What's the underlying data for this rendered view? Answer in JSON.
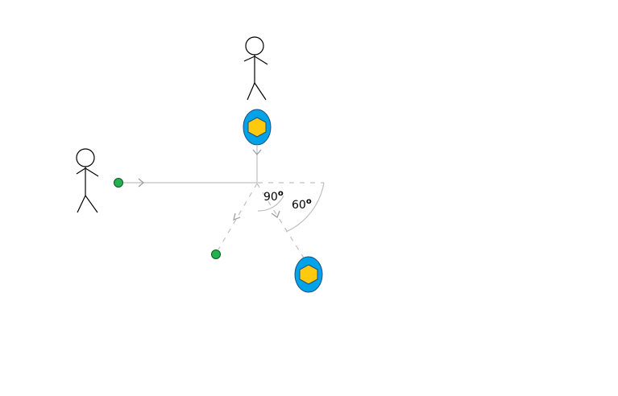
{
  "diagram": {
    "angles": [
      {
        "value": "90",
        "unit": "o"
      },
      {
        "value": "60",
        "unit": "o"
      }
    ],
    "colors": {
      "ball": "#22b14c",
      "puck_outer": "#00a2e8",
      "puck_inner": "#ffc90e",
      "line": "#c0c0c0",
      "arrow": "#9a9a9a",
      "figure": "#000000"
    }
  }
}
